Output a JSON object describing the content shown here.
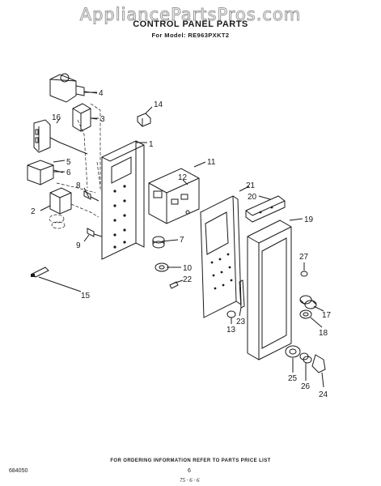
{
  "watermark": "AppliancePartsPros.com",
  "header": {
    "title": "CONTROL PANEL PARTS",
    "model_line": "For Model: RE963PXKT2"
  },
  "callouts": [
    "1",
    "2",
    "3",
    "4",
    "5",
    "6",
    "7",
    "8",
    "9",
    "10",
    "11",
    "12",
    "13",
    "14",
    "15",
    "16",
    "17",
    "18",
    "19",
    "20",
    "21",
    "22",
    "23",
    "24",
    "25",
    "26",
    "27"
  ],
  "footer": {
    "ordering_note": "FOR ORDERING INFORMATION REFER TO PARTS PRICE LIST",
    "part_number": "684050",
    "page_number": "6",
    "revision_mark": "75 · 6 · 6"
  }
}
